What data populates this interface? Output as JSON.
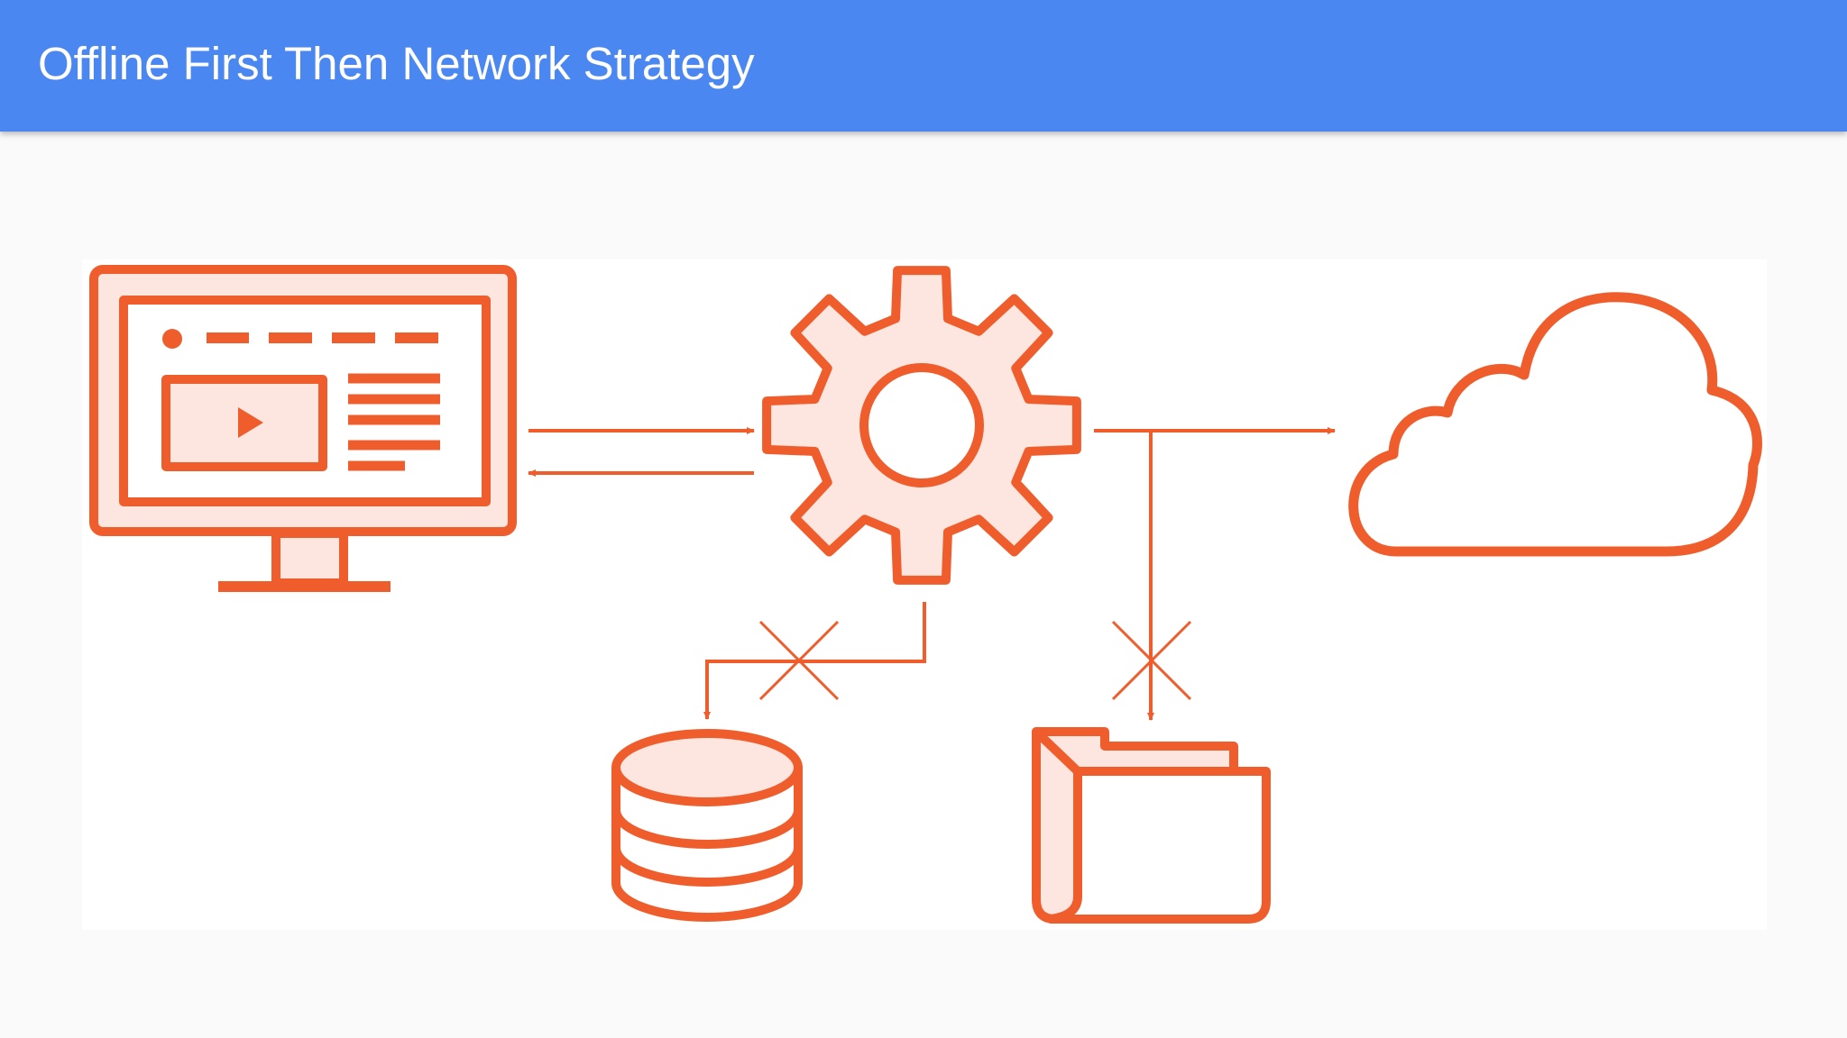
{
  "header": {
    "title": "Offline First Then Network Strategy",
    "background_color": "#4b87f0"
  },
  "diagram": {
    "accent_color": "#ef5d2d",
    "fill_color": "#fde6df",
    "nodes": [
      {
        "id": "browser",
        "icon": "monitor-web-page-icon"
      },
      {
        "id": "service-worker",
        "icon": "gear-icon"
      },
      {
        "id": "network",
        "icon": "cloud-icon"
      },
      {
        "id": "cache-database",
        "icon": "database-icon"
      },
      {
        "id": "file-storage",
        "icon": "folder-icon"
      }
    ],
    "edges": [
      {
        "from": "browser",
        "to": "service-worker",
        "status": "ok"
      },
      {
        "from": "service-worker",
        "to": "browser",
        "status": "ok"
      },
      {
        "from": "service-worker",
        "to": "network",
        "status": "ok"
      },
      {
        "from": "service-worker",
        "to": "cache-database",
        "status": "blocked"
      },
      {
        "from": "service-worker",
        "to": "file-storage",
        "status": "blocked"
      }
    ]
  }
}
